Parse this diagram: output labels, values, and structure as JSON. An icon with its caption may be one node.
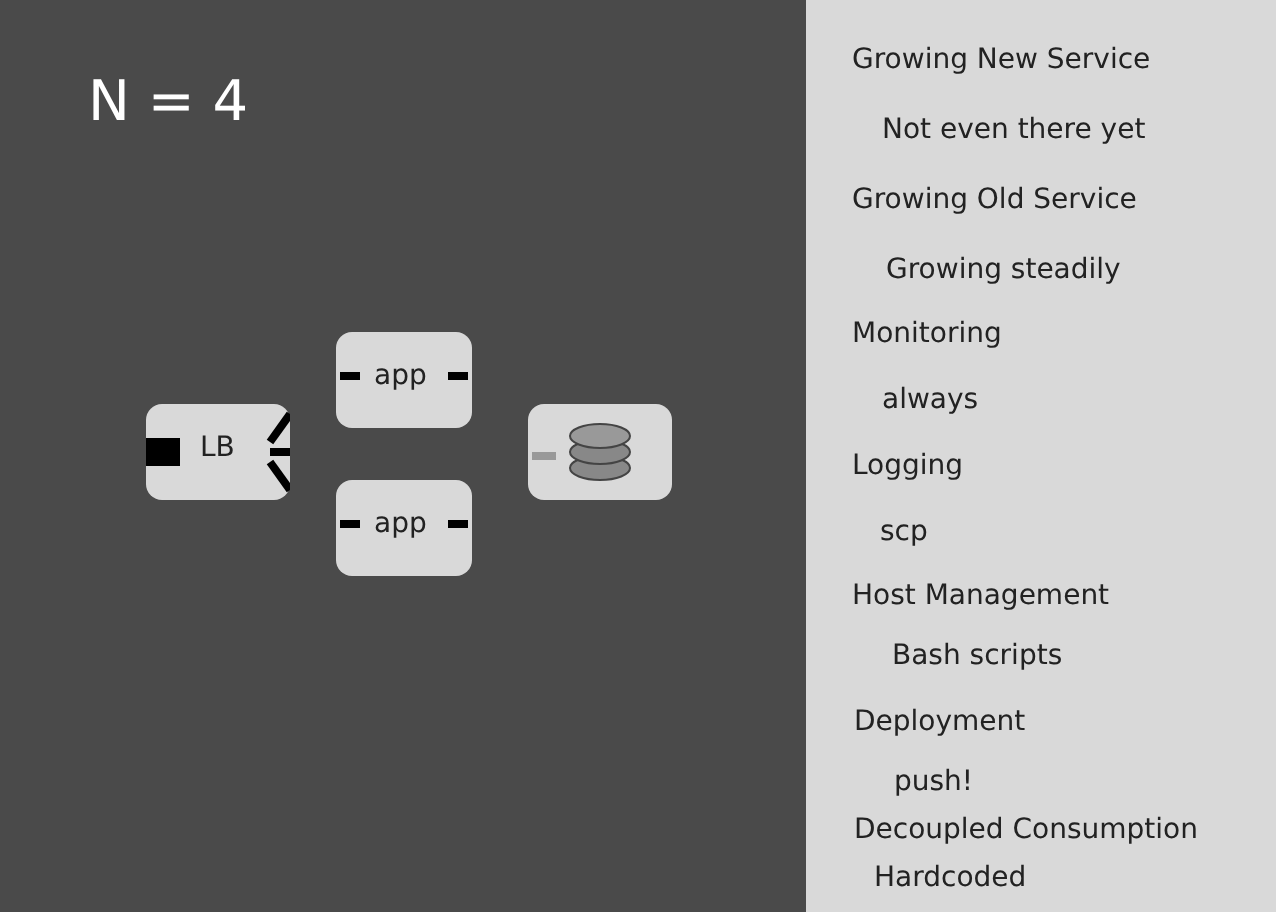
{
  "diagram": {
    "title": "N = 4",
    "nodes": [
      {
        "text": [
          "LB"
        ]
      },
      {
        "text": [
          "app"
        ]
      },
      {
        "text": [
          "app"
        ]
      },
      {
        "text": [],
        "shape": "cylinder"
      }
    ],
    "labels": [
      "Growing New Service",
      "Not even there yet",
      "Growing Old Service",
      "Growing steadily",
      "Monitoring",
      "always",
      "Logging",
      "scp",
      "Host Management",
      "Bash scripts",
      "Deployment",
      "push!",
      "Decoupled Consumption",
      "Hardcoded"
    ]
  }
}
